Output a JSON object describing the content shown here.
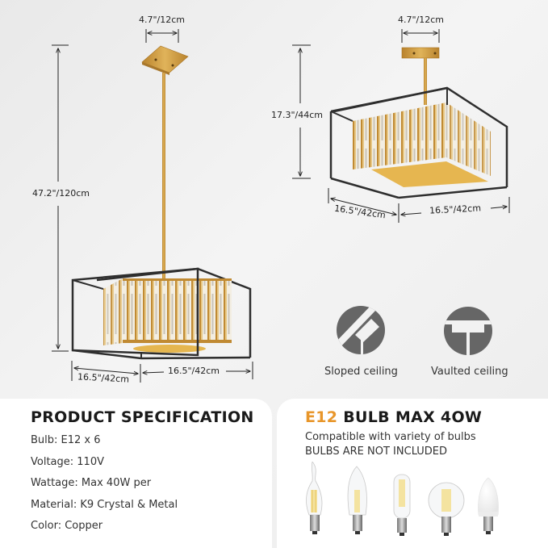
{
  "dimensions": {
    "pendant": {
      "canopy_width": "4.7\"/12cm",
      "total_height": "47.2\"/120cm",
      "depth": "16.5\"/42cm",
      "width": "16.5\"/42cm"
    },
    "semi_flush": {
      "canopy_width": "4.7\"/12cm",
      "height": "17.3\"/44cm",
      "depth": "16.5\"/42cm",
      "width": "16.5\"/42cm"
    }
  },
  "ceiling_types": [
    {
      "label": "Sloped ceiling",
      "icon": "sloped-ceiling-icon"
    },
    {
      "label": "Vaulted ceiling",
      "icon": "vaulted-ceiling-icon"
    }
  ],
  "spec": {
    "title": "PRODUCT SPECIFICATION",
    "items": [
      "Bulb: E12 x 6",
      "Voltage: 110V",
      "Wattage: Max 40W per",
      "Material: K9 Crystal  & Metal",
      "Color: Copper"
    ]
  },
  "bulb_info": {
    "title_accent": "E12",
    "title_rest": " BULB MAX 4OW",
    "line1": "Compatible with variety of bulbs",
    "line2": "BULBS ARE NOT INCLUDED",
    "bulb_types": [
      "flame-tip-filament-bulb",
      "candle-filament-bulb",
      "tubular-filament-bulb",
      "globe-filament-bulb",
      "frosted-candle-led-bulb"
    ]
  },
  "colors": {
    "accent": "#e8962a",
    "gold": "#c9973a",
    "frame": "#2e2e2e",
    "icon_gray": "#666666"
  }
}
